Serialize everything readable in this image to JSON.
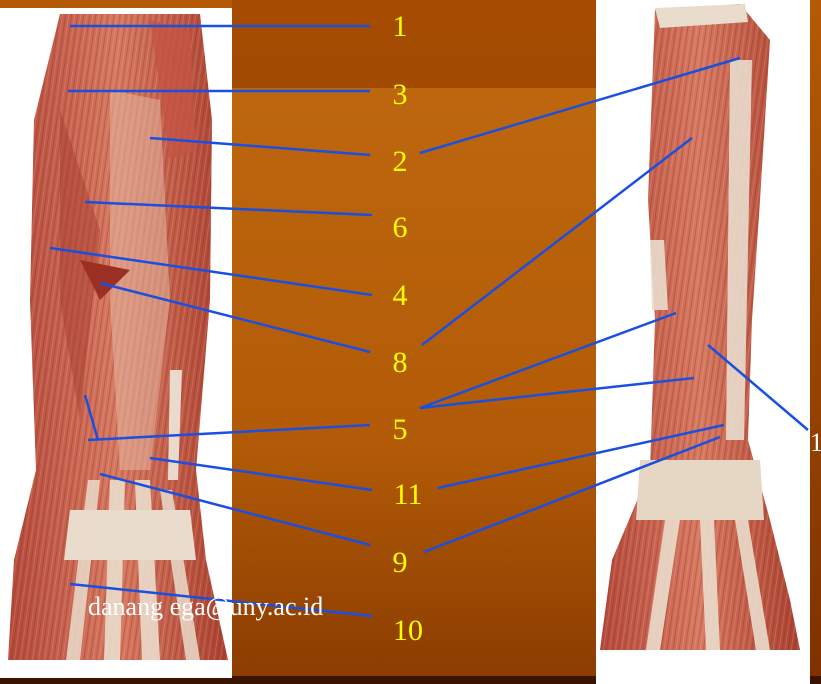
{
  "labels": {
    "n1": "1",
    "n3": "3",
    "n2": "2",
    "n6": "6",
    "n4": "4",
    "n8": "8",
    "n5": "5",
    "n11": "11",
    "n9": "9",
    "n10": "10",
    "cut": "1"
  },
  "watermark": "danang ega@uny.ac.id",
  "colors": {
    "background": "#a14a00",
    "label": "#ffff00",
    "leader_line": "#1a4fe0",
    "muscle": "#c9604a",
    "tendon": "#e9dccd"
  }
}
